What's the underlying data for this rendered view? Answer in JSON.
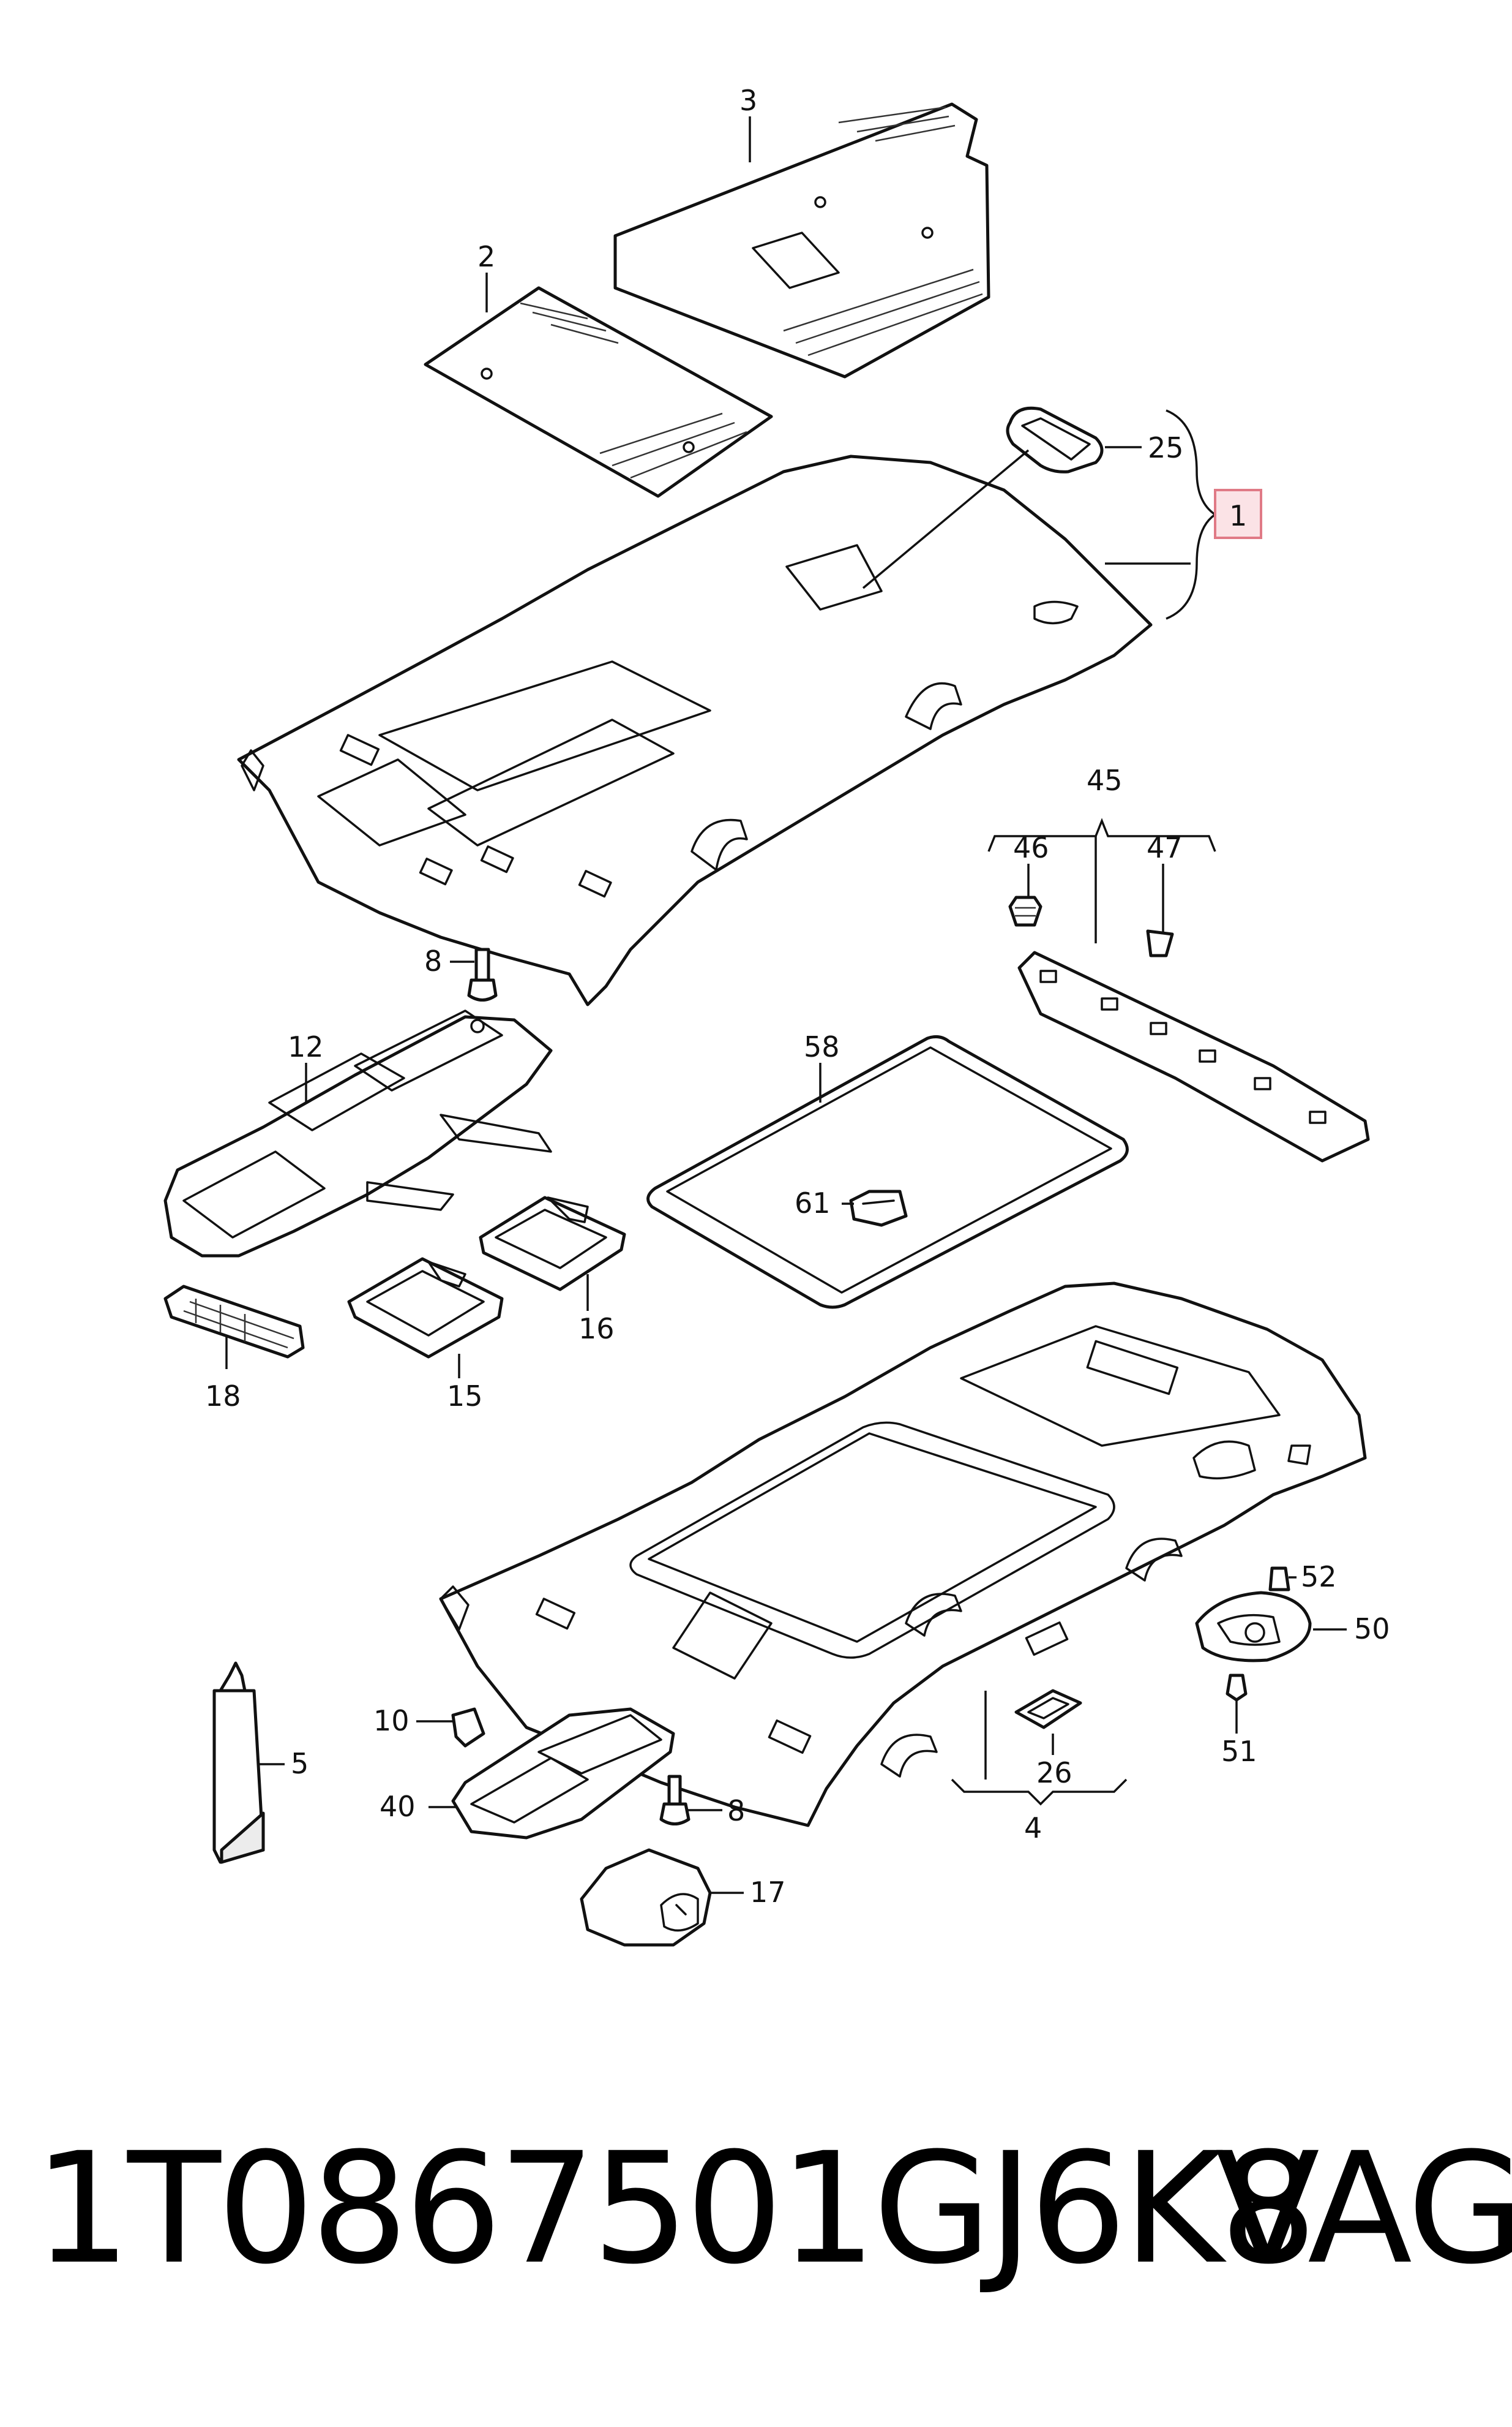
{
  "highlight_color": "#e07a86",
  "highlight_fill": "#fbe3e6",
  "callouts": {
    "c1": "1",
    "c2": "2",
    "c3": "3",
    "c4": "4",
    "c5": "5",
    "c8a": "8",
    "c8b": "8",
    "c10": "10",
    "c12": "12",
    "c15": "15",
    "c16": "16",
    "c17": "17",
    "c18": "18",
    "c25": "25",
    "c26": "26",
    "c40": "40",
    "c45": "45",
    "c46": "46",
    "c47": "47",
    "c50": "50",
    "c51": "51",
    "c52": "52",
    "c58": "58",
    "c61": "61"
  },
  "footer": {
    "part_number": "1T0867501GJ6K8",
    "brand": "VAG"
  }
}
